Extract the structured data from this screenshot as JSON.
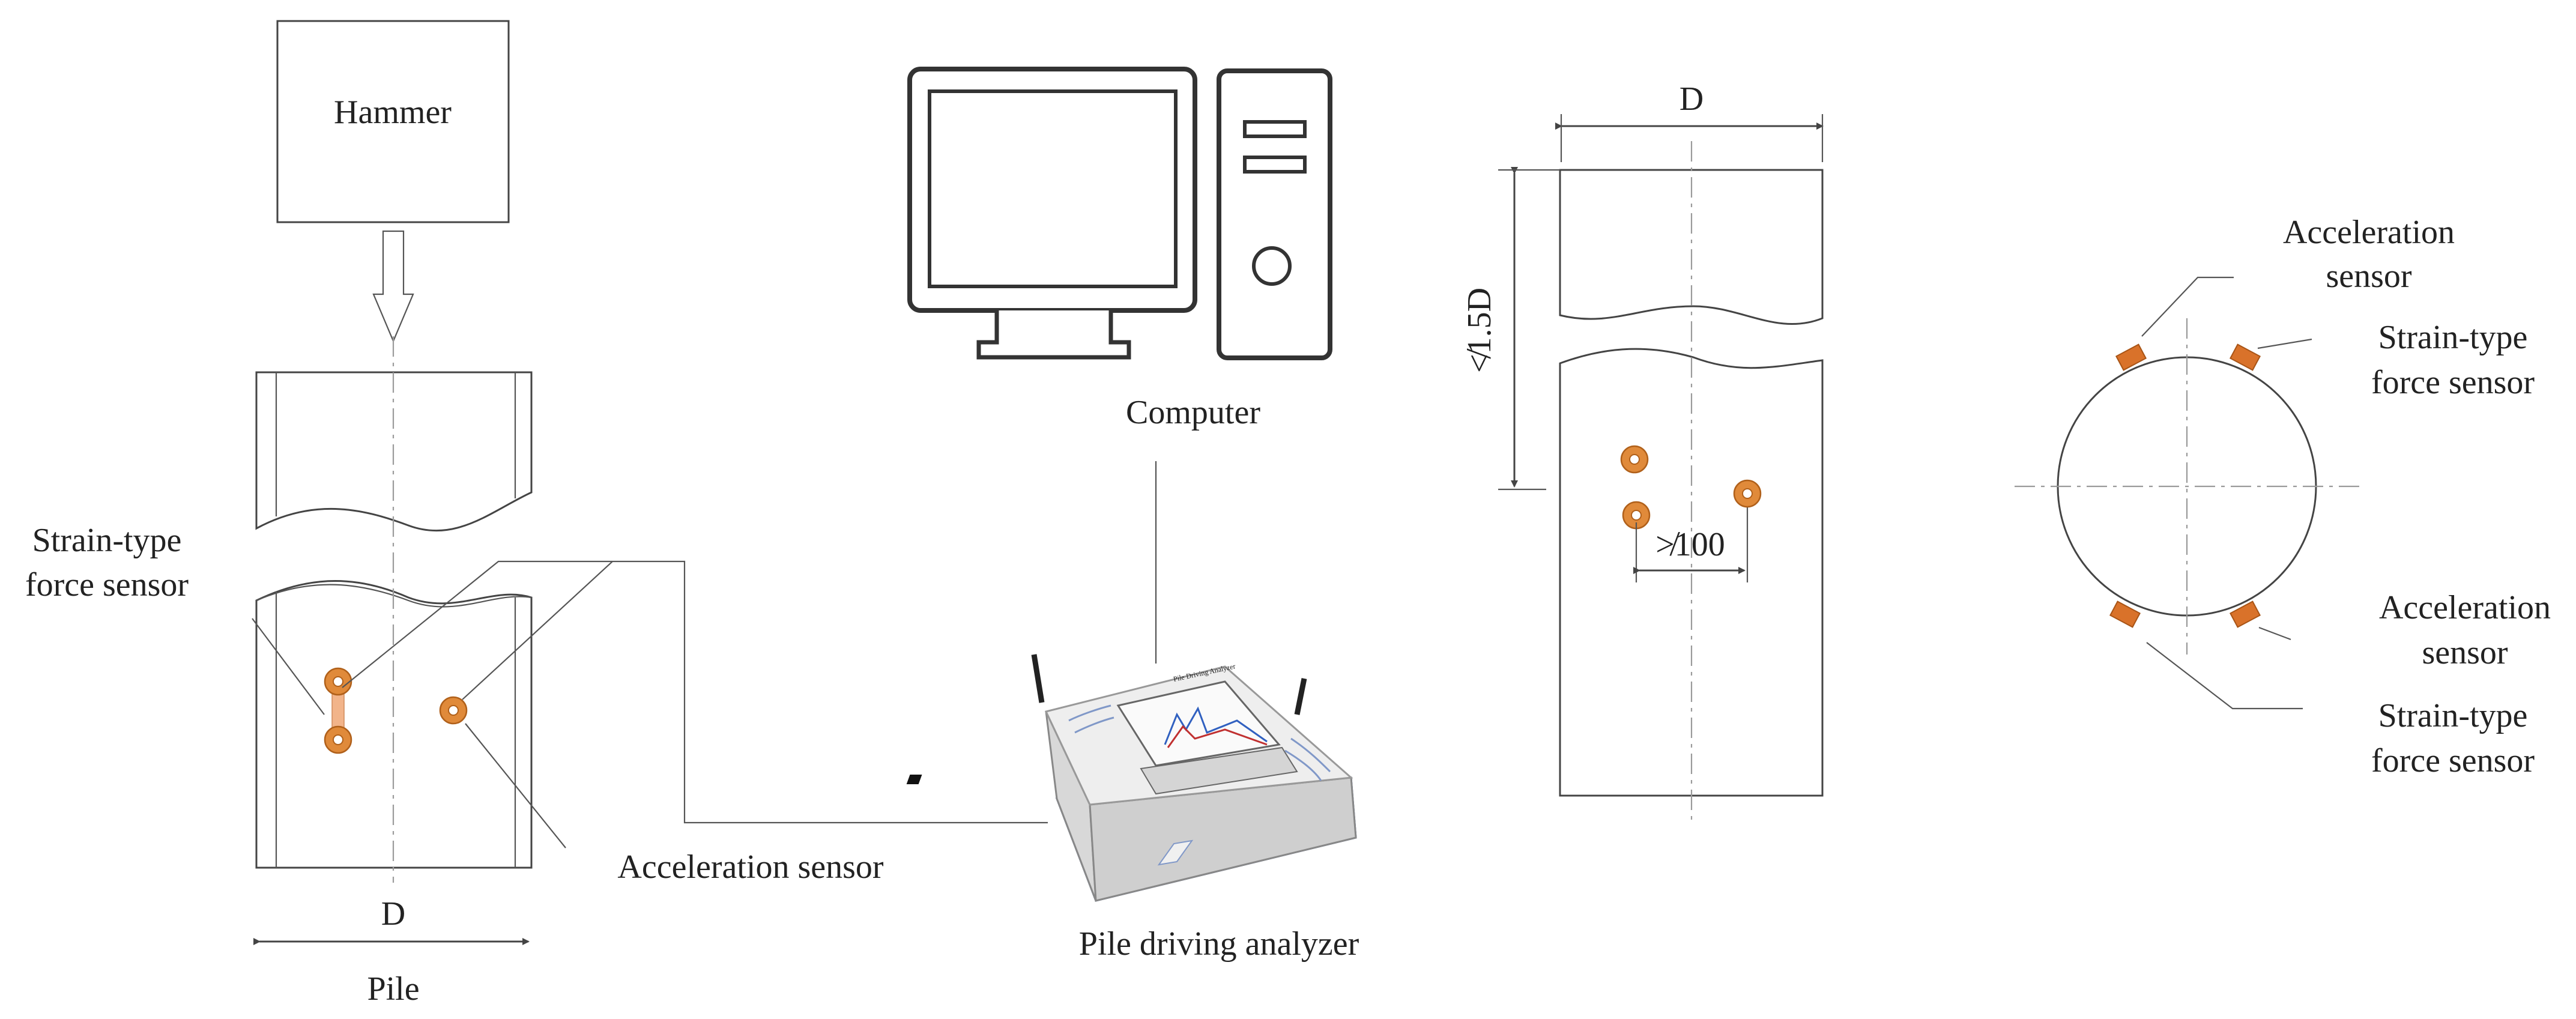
{
  "labels": {
    "hammer": "Hammer",
    "computer": "Computer",
    "analyzer": "Pile driving analyzer",
    "analyzer_screen_title": "Pile Driving Analyzer",
    "pile": "Pile",
    "d_left": "D",
    "d_mid": "D",
    "strain_left_1": "Strain-type",
    "strain_left_2": "force sensor",
    "accel_left": "Acceleration sensor",
    "dim_15d": "≮1.5D",
    "dim_100": "≯100",
    "accel_top_1": "Acceleration",
    "accel_top_2": "sensor",
    "strain_top_1": "Strain-type",
    "strain_top_2": "force sensor",
    "accel_bottom_1": "Acceleration",
    "accel_bottom_2": "sensor",
    "strain_bottom_1": "Strain-type",
    "strain_bottom_2": "force sensor"
  },
  "colors": {
    "sensor": "#e08a3a",
    "analyzer_body": "#e8e8e8",
    "analyzer_base": "#2a4fa0"
  }
}
